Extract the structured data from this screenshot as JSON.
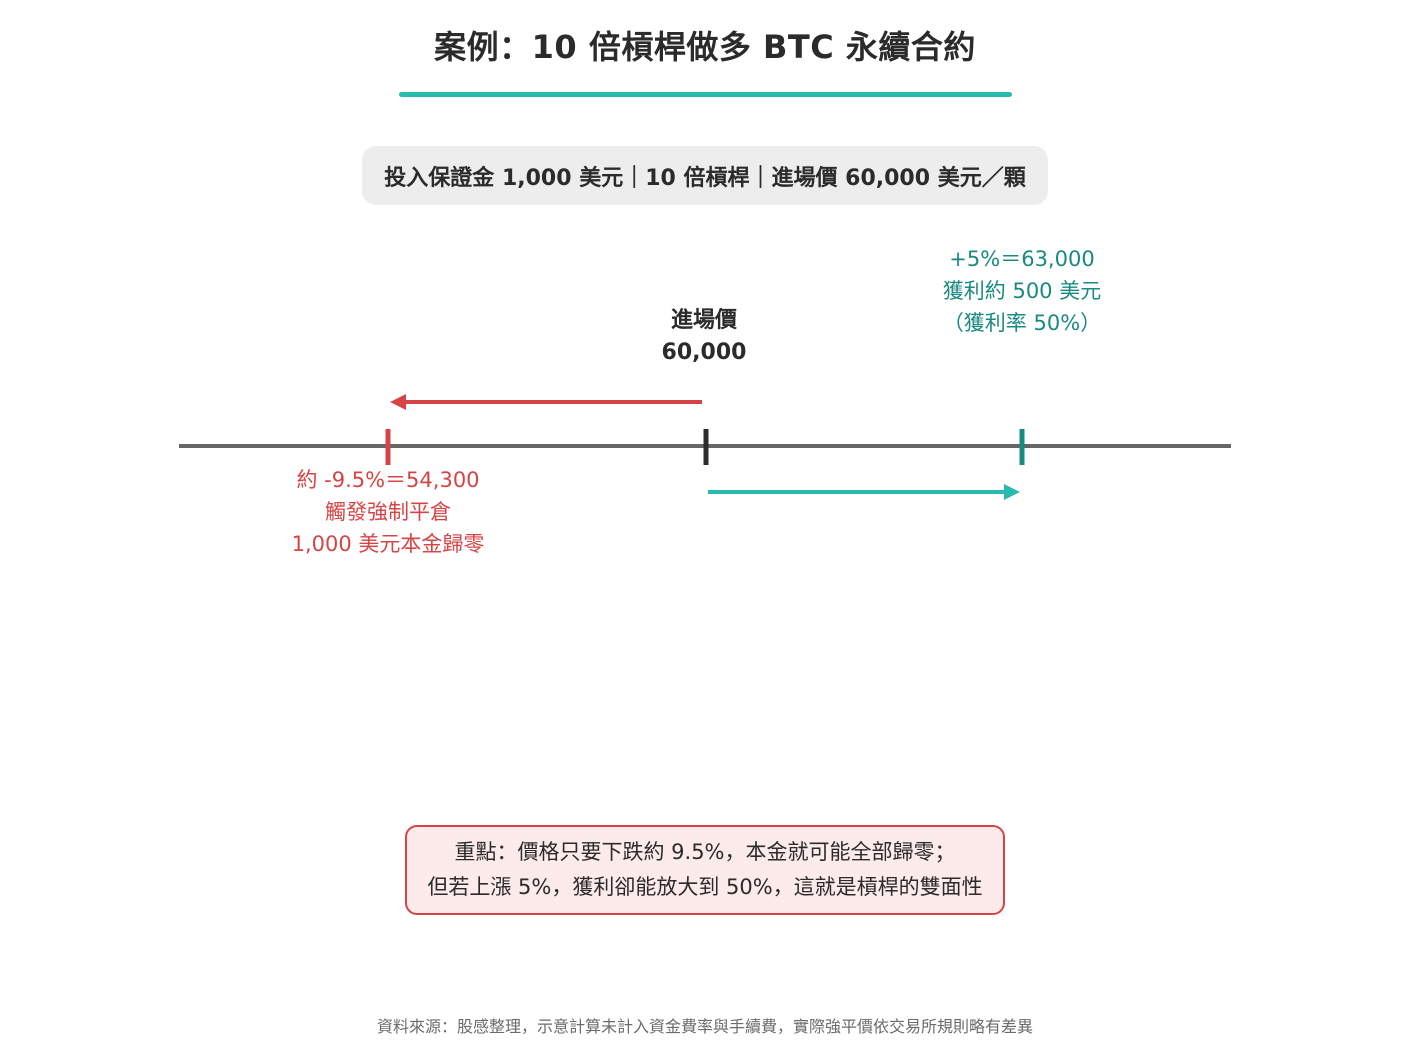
{
  "title": "案例：10 倍槓桿做多 BTC 永續合約",
  "info": "投入保證金 1,000 美元｜10 倍槓桿｜進場價 60,000 美元／顆",
  "entry": {
    "line1": "進場價",
    "line2": "60,000"
  },
  "profit": {
    "line1": "+5%＝63,000",
    "line2": "獲利約 500 美元",
    "line3": "（獲利率 50%）"
  },
  "loss": {
    "line1": "約 -9.5%＝54,300",
    "line2": "觸發強制平倉",
    "line3": "1,000 美元本金歸零"
  },
  "note": {
    "line1": "重點：價格只要下跌約 9.5%，本金就可能全部歸零；",
    "line2": "但若上漲 5%，獲利卻能放大到 50%，這就是槓桿的雙面性"
  },
  "source": "資料來源：股感整理，示意計算未計入資金費率與手續費，實際強平價依交易所規則略有差異",
  "colors": {
    "accent": "#2bbab0",
    "profit": "#1a8a80",
    "loss": "#d64545",
    "axis": "#666666",
    "entry_tick": "#2b2b2b",
    "note_bg": "#fdeaea",
    "note_border": "#d64545",
    "info_bg": "#ededed"
  }
}
